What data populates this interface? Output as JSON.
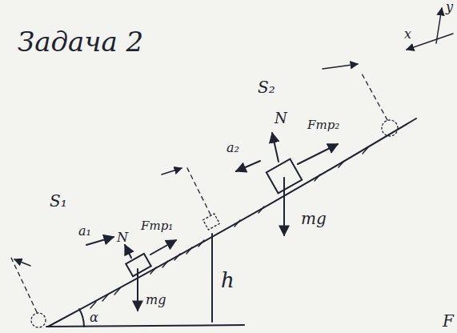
{
  "diagram": {
    "title": "Задача 2",
    "labels": [
      "y",
      "x",
      "S₂",
      "S₁",
      "a₂",
      "N",
      "Fтр₂",
      "mg",
      "a₁",
      "N",
      "Fтр₁",
      "mg",
      "h",
      "α",
      "F"
    ]
  }
}
